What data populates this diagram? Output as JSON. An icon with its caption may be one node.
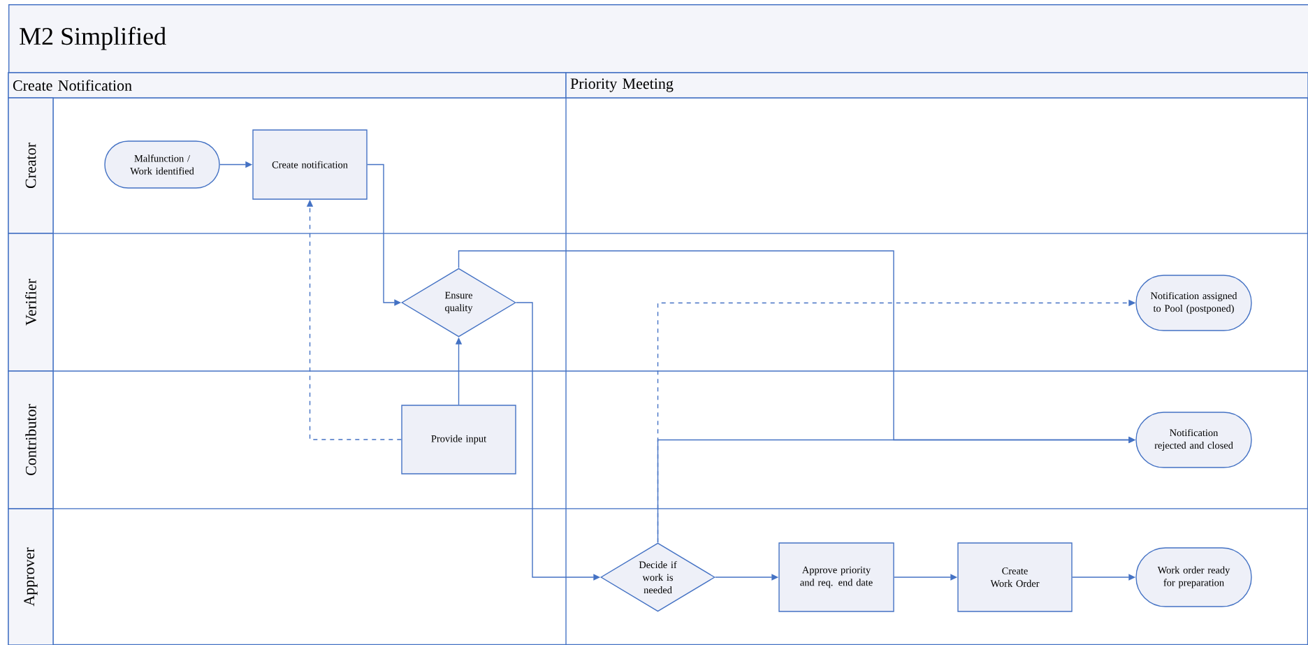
{
  "diagram": {
    "title": "M2 Simplified",
    "nodes": [
      {
        "text": [
          "Create Notification"
        ]
      },
      {
        "text": [
          "Priority Meeting"
        ]
      },
      {
        "text": [
          "Creator"
        ]
      },
      {
        "text": [
          "Verifier"
        ]
      },
      {
        "text": [
          "Contributor"
        ]
      },
      {
        "text": [
          "Approver"
        ]
      },
      {
        "text": [
          "Malfunction / Work identified"
        ]
      },
      {
        "text": [
          "Create notification"
        ]
      },
      {
        "text": [
          "Ensure quality"
        ]
      },
      {
        "text": [
          "Provide input"
        ]
      },
      {
        "text": [
          "Decide if work is needed"
        ]
      },
      {
        "text": [
          "Approve priority and req. end date"
        ]
      },
      {
        "text": [
          "Create Work Order"
        ]
      },
      {
        "text": [
          "Notification assigned to Pool (postponed)"
        ]
      },
      {
        "text": [
          "Notification rejected and closed"
        ]
      },
      {
        "text": [
          "Work order ready for preparation"
        ]
      }
    ],
    "edges": [
      {
        "from": 6,
        "to": 7,
        "arrow": "to"
      },
      {
        "from": 7,
        "to": 8,
        "arrow": "to"
      },
      {
        "from": 9,
        "to": 8,
        "arrow": "to"
      },
      {
        "from": 9,
        "to": 7,
        "arrow": "to",
        "style": "dashed"
      },
      {
        "from": 8,
        "to": 10,
        "arrow": "to"
      },
      {
        "from": 8,
        "to": 14,
        "arrow": "to"
      },
      {
        "from": 10,
        "to": 13,
        "arrow": "to",
        "style": "dashed"
      },
      {
        "from": 10,
        "to": 14,
        "arrow": "to"
      },
      {
        "from": 10,
        "to": 11,
        "arrow": "to"
      },
      {
        "from": 11,
        "to": 12,
        "arrow": "to"
      },
      {
        "from": 12,
        "to": 15,
        "arrow": "to"
      }
    ]
  }
}
